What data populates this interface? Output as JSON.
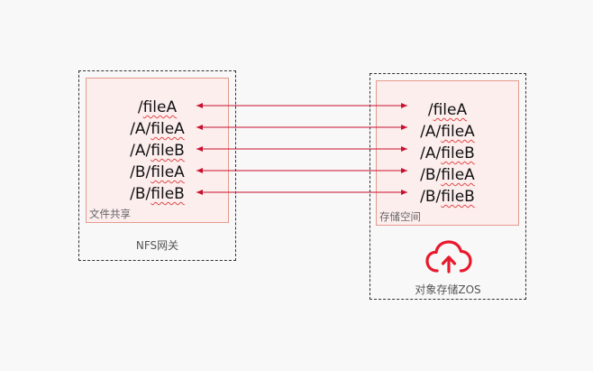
{
  "nfs_gateway": {
    "label": "NFS网关",
    "file_share": {
      "caption": "文件共享",
      "files": [
        {
          "prefix": "/",
          "name": "fileA"
        },
        {
          "prefix": "/A/",
          "name": "fileA"
        },
        {
          "prefix": "/A/",
          "name": "fileB"
        },
        {
          "prefix": "/B/",
          "name": "fileA"
        },
        {
          "prefix": "/B/",
          "name": "fileB"
        }
      ]
    }
  },
  "object_storage": {
    "label": "对象存储ZOS",
    "icon": "cloud-upload-icon",
    "storage_space": {
      "caption": "存储空间",
      "files": [
        {
          "prefix": "/",
          "name": "fileA"
        },
        {
          "prefix": "/A/",
          "name": "fileA"
        },
        {
          "prefix": "/A/",
          "name": "fileB"
        },
        {
          "prefix": "/B/",
          "name": "fileA"
        },
        {
          "prefix": "/B/",
          "name": "fileB"
        }
      ]
    }
  },
  "colors": {
    "arrow": "#c8102e",
    "icon": "#e8192c",
    "inner_fill": "#fdeeee",
    "inner_border": "#e59a8c"
  }
}
